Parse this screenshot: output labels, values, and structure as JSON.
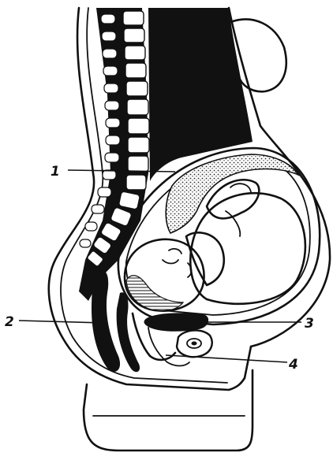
{
  "figure": {
    "labels": [
      {
        "id": "label-1",
        "text": "1"
      },
      {
        "id": "label-2",
        "text": "2"
      },
      {
        "id": "label-3",
        "text": "3"
      },
      {
        "id": "label-4",
        "text": "4"
      }
    ],
    "colors": {
      "ink": "#111111",
      "paper": "#ffffff",
      "placenta_dots": "#2a2a2a"
    }
  }
}
